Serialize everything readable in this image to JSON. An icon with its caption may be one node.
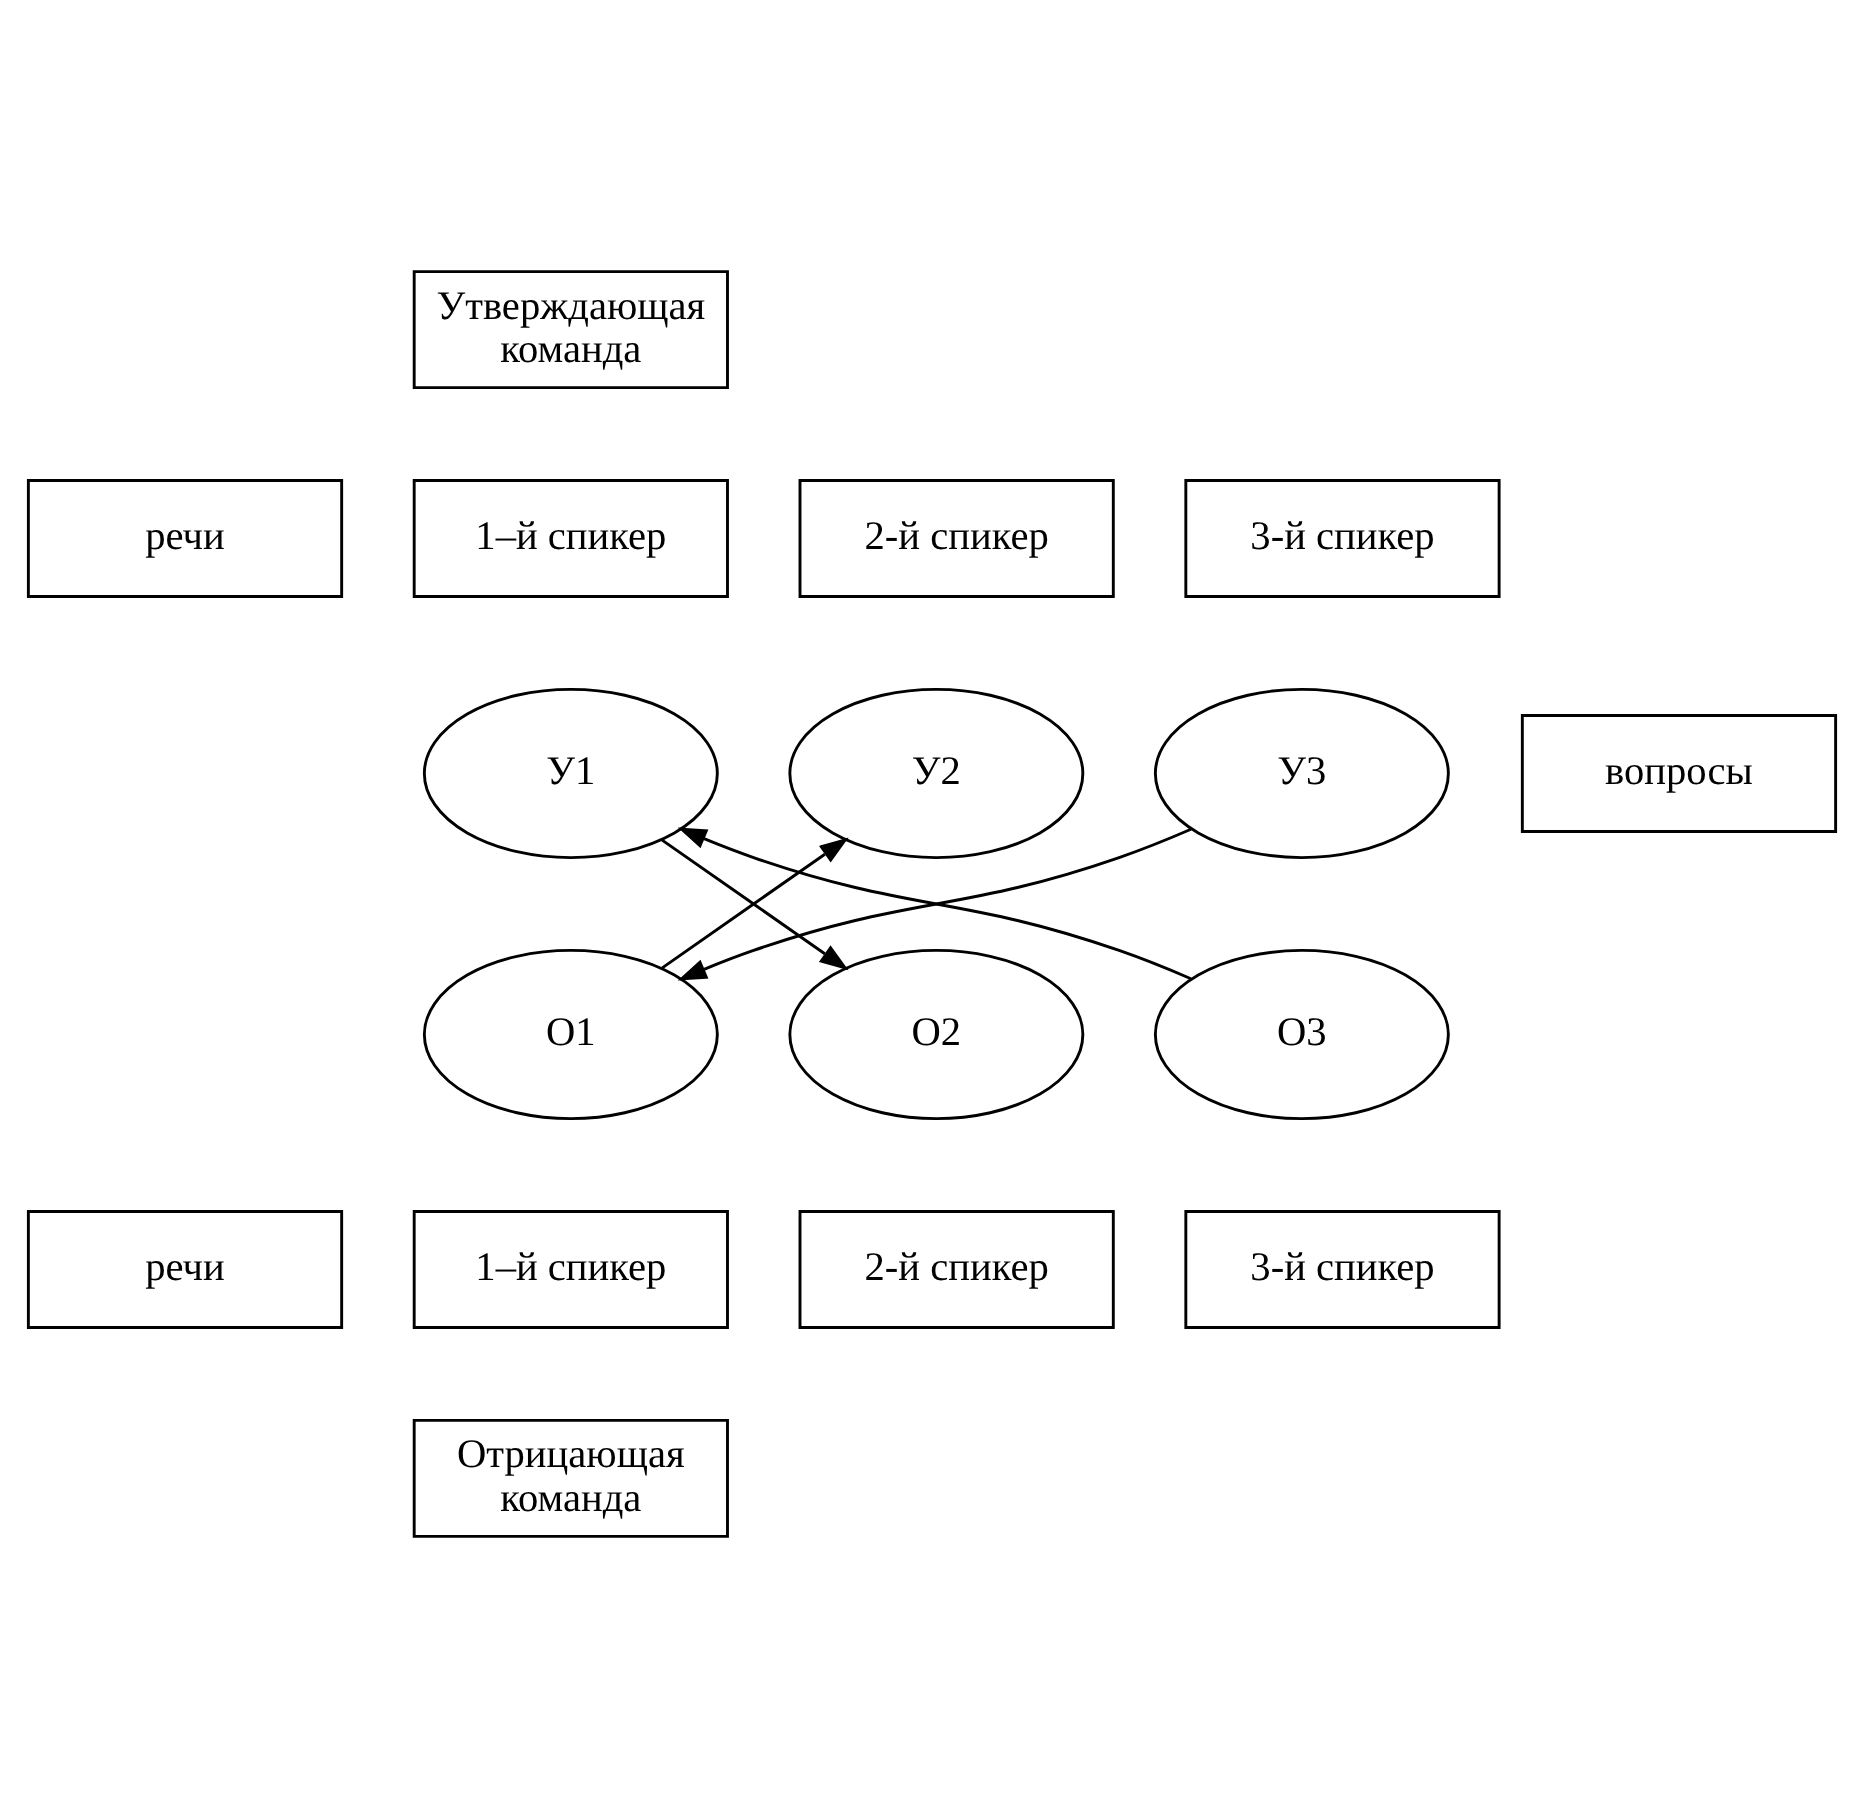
{
  "diagram": {
    "nodes": [
      {
        "text": [
          "Утверждающая команда"
        ]
      },
      {
        "text": [
          "речи"
        ]
      },
      {
        "text": [
          "1–й спикер"
        ]
      },
      {
        "text": [
          "2-й спикер"
        ]
      },
      {
        "text": [
          "3-й спикер"
        ]
      },
      {
        "text": [
          "У1"
        ]
      },
      {
        "text": [
          "У2"
        ]
      },
      {
        "text": [
          "У3"
        ]
      },
      {
        "text": [
          "вопросы"
        ]
      },
      {
        "text": [
          "О1"
        ]
      },
      {
        "text": [
          "О2"
        ]
      },
      {
        "text": [
          "О3"
        ]
      },
      {
        "text": [
          "речи"
        ]
      },
      {
        "text": [
          "1–й спикер"
        ]
      },
      {
        "text": [
          "2-й спикер"
        ]
      },
      {
        "text": [
          "3-й спикер"
        ]
      },
      {
        "text": [
          "Отрицающая команда"
        ]
      }
    ],
    "edges": [
      {
        "from": 5,
        "to": 10,
        "arrow": "to"
      },
      {
        "from": 9,
        "to": 6,
        "arrow": "to"
      },
      {
        "from": 7,
        "to": 9,
        "arrow": "to"
      },
      {
        "from": 11,
        "to": 5,
        "arrow": "to"
      }
    ]
  }
}
